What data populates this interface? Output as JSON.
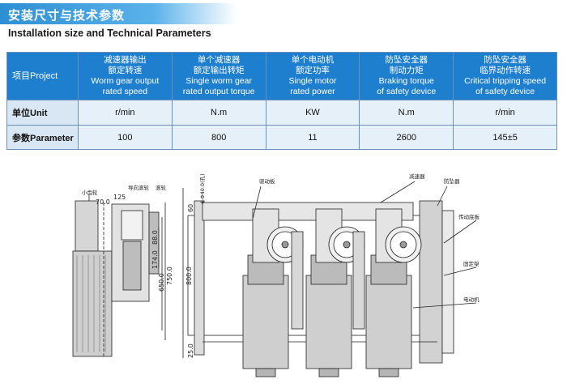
{
  "header": {
    "title_cn": "安装尺寸与技术参数",
    "title_en": "Installation size and Technical Parameters"
  },
  "table": {
    "columns": [
      {
        "cn": "项目Project",
        "en": ""
      },
      {
        "cn": "减速器输出\n额定转速",
        "en": "Worm gear output\nrated speed"
      },
      {
        "cn": "单个减速器\n额定输出转矩",
        "en": "Single worm gear\nrated output torque"
      },
      {
        "cn": "单个电动机\n额定功率",
        "en": "Single motor\nrated power"
      },
      {
        "cn": "防坠安全器\n制动力矩",
        "en": "Braking torque\nof safety device"
      },
      {
        "cn": "防坠安全器\n临界动作转速",
        "en": "Critical tripping speed\nof safety device"
      }
    ],
    "rows": [
      {
        "label": "单位Unit",
        "cells": [
          "r/min",
          "N.m",
          "KW",
          "N.m",
          "r/min"
        ]
      },
      {
        "label": "参数Parameter",
        "cells": [
          "100",
          "800",
          "11",
          "2600",
          "145±5"
        ]
      }
    ]
  },
  "drawing": {
    "labels": {
      "small_gear": "小齿轮",
      "guide_wheel": "导向滚轮",
      "roller": "滚轮",
      "drive_frame": "驱动板",
      "reducer": "减速器",
      "safety_device": "防坠器",
      "drive_base": "传动底板",
      "fixed_frame": "固定架",
      "motor": "电动机",
      "bolt_spec": "4-Φ40.0(孔)"
    },
    "dims": {
      "d70": "70.0",
      "d125": "125",
      "d60": "60",
      "d88": "88.0",
      "d174": "174.0",
      "d650": "650.0",
      "d750": "750.0",
      "d800": "800.0",
      "d25": "25.0"
    }
  }
}
